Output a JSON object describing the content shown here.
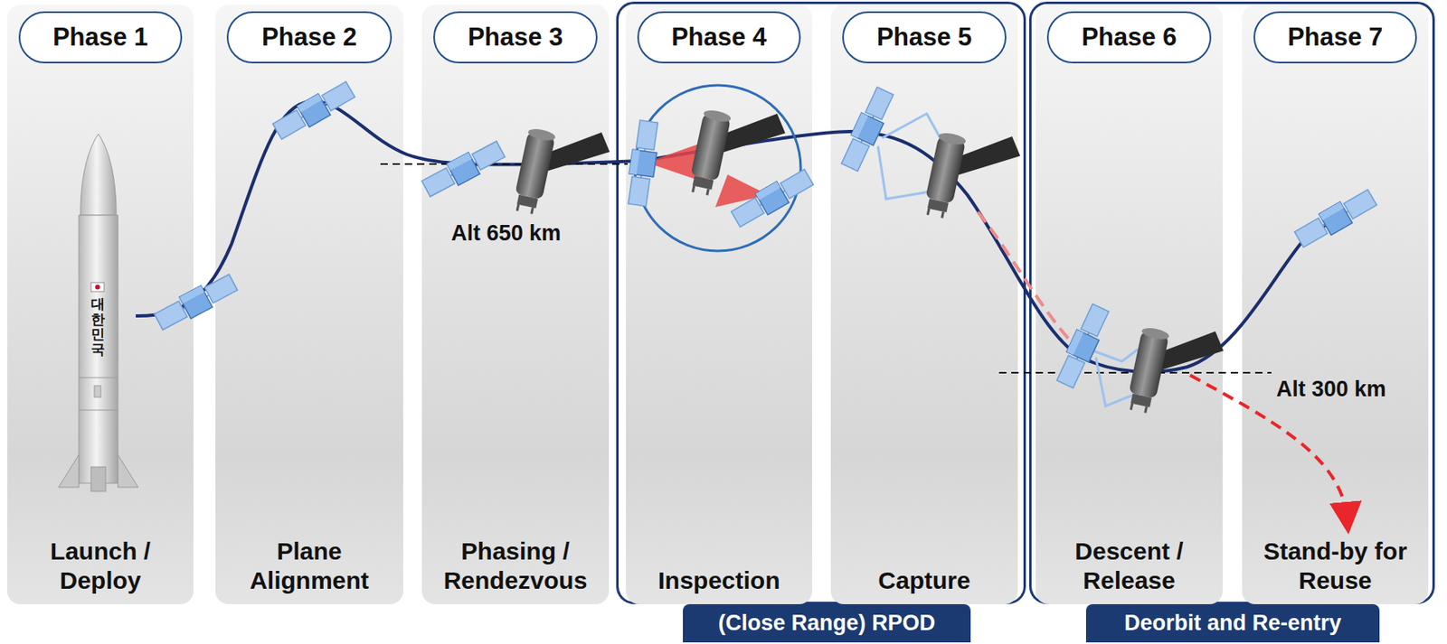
{
  "diagram": {
    "nodes": [
      {
        "text": [
          "Launch / Deploy"
        ]
      },
      {
        "text": [
          "Phase 1"
        ],
        "in": 0
      },
      {
        "text": [
          "Plane Alignment"
        ]
      },
      {
        "text": [
          "Phase 2"
        ],
        "in": 2
      },
      {
        "text": [
          "Phasing / Rendezvous"
        ]
      },
      {
        "text": [
          "Phase 3"
        ],
        "in": 4
      },
      {
        "text": [
          "(Close Range) RPOD"
        ]
      },
      {
        "text": [
          "Inspection"
        ],
        "in": 6
      },
      {
        "text": [
          "Phase 4"
        ],
        "in": 7
      },
      {
        "text": [
          "Capture"
        ],
        "in": 6
      },
      {
        "text": [
          "Phase 5"
        ],
        "in": 9
      },
      {
        "text": [
          "Deorbit and Re-entry"
        ]
      },
      {
        "text": [
          "Descent / Release"
        ],
        "in": 11
      },
      {
        "text": [
          "Phase 6"
        ],
        "in": 12
      },
      {
        "text": [
          "Stand-by for Reuse"
        ],
        "in": 11
      },
      {
        "text": [
          "Phase 7"
        ],
        "in": 14
      }
    ],
    "edges": [],
    "labels": [
      "Alt 650 km",
      "Alt 300 km",
      "대한민국"
    ]
  }
}
